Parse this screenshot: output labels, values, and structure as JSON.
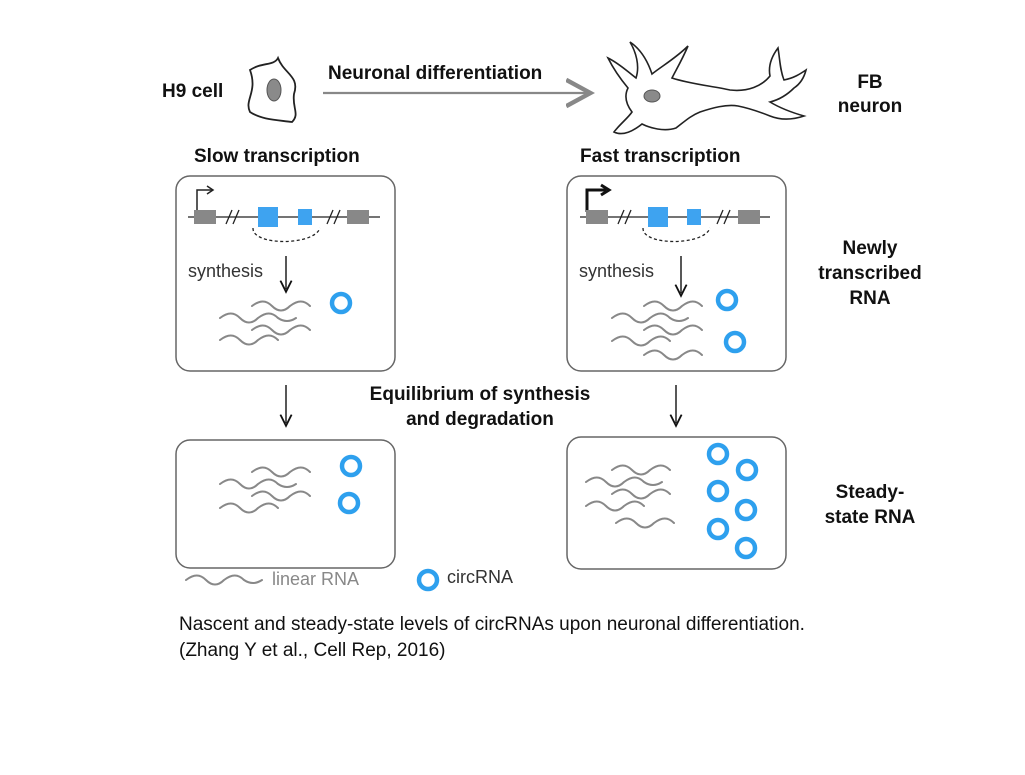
{
  "header": {
    "left_cell_label": "H9 cell",
    "arrow_label": "Neuronal differentiation",
    "right_cell_label_line1": "FB",
    "right_cell_label_line2": "neuron"
  },
  "columns": {
    "slow_title": "Slow transcription",
    "fast_title": "Fast transcription",
    "synthesis_label": "synthesis"
  },
  "middle": {
    "line1": "Equilibrium of synthesis",
    "line2": "and degradation"
  },
  "row_labels": {
    "newly_line1": "Newly",
    "newly_line2": "transcribed",
    "newly_line3": "RNA",
    "steady_line1": "Steady-",
    "steady_line2": "state RNA"
  },
  "legend": {
    "linear": "linear RNA",
    "circ": "circRNA"
  },
  "caption": {
    "line1": "Nascent and steady-state levels of circRNAs upon neuronal differentiation.",
    "line2": "(Zhang Y et al., Cell Rep, 2016)"
  },
  "colors": {
    "exon_blue": "#3ea3f0",
    "gray": "#888888",
    "box_border": "#666666"
  }
}
